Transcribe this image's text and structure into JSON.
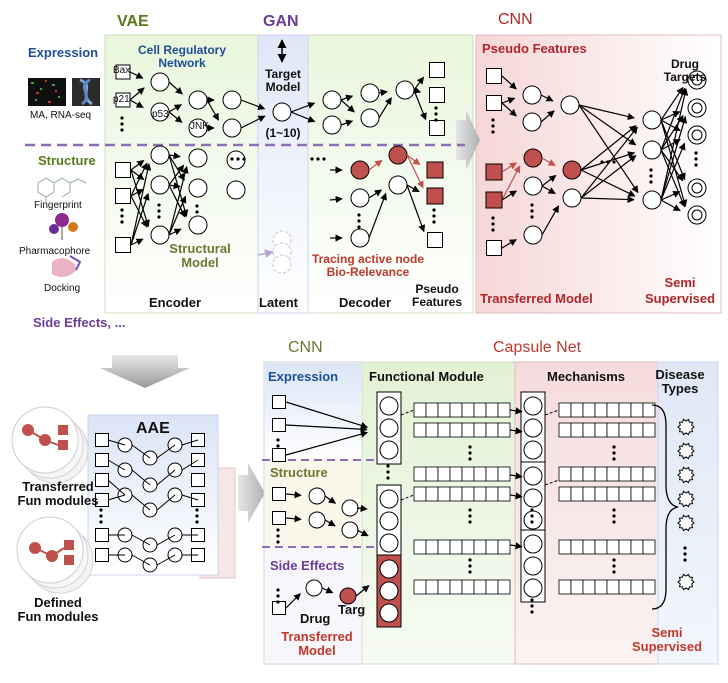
{
  "colors": {
    "vae_panel": "#e7f5d9",
    "gan_panel": "#dde6f7",
    "cnn_panel": "#f8dede",
    "expression_panel": "#dde6f7",
    "functional_panel": "#e3f3d6",
    "mechanisms_panel": "#f6e1e1",
    "disease_panel": "#e1eaf7",
    "node_red": "#c0504d",
    "dashed_purple": "#8e6fb3"
  },
  "icons": [
    "microarray-heatmap-icon",
    "rna-seq-icon",
    "fingerprint-icon",
    "pharmacophore-icon",
    "docking-icon",
    "process-arrow-icon",
    "module-stack-icon"
  ],
  "top": {
    "vae_title": "VAE",
    "gan_title": "GAN",
    "cnn_title": "CNN",
    "expression_label": "Expression",
    "expression_caption": "MA, RNA-seq",
    "cell_regulatory_line1": "Cell Regulatory",
    "cell_regulatory_line2": "Network",
    "genes": [
      "Bax",
      "p21",
      "p53",
      "JNK"
    ],
    "target_model_line1": "Target",
    "target_model_line2": "Model",
    "target_range": "(1~10)",
    "structure_label": "Structure",
    "fingerprint_caption": "Fingerprint",
    "pharmacophore_caption": "Pharmacophore",
    "docking_caption": "Docking",
    "structural_model_line1": "Structural",
    "structural_model_line2": "Model",
    "tracing_line1": "Tracing active node",
    "tracing_line2": "Bio-Relevance",
    "encoder_label": "Encoder",
    "latent_label": "Latent",
    "decoder_label": "Decoder",
    "pseudo_line1": "Pseudo",
    "pseudo_line2": "Features",
    "side_effects_label": "Side Effects, ...",
    "pseudo_features_title": "Pseudo Features",
    "drug_targets_line1": "Drug",
    "drug_targets_line2": "Targets",
    "transferred_model_label": "Transferred Model",
    "semi_label": "Semi",
    "supervised_label": "Supervised"
  },
  "bottom": {
    "aae_title": "AAE",
    "transferred_fun_line1": "Transferred",
    "transferred_fun_line2": "Fun modules",
    "defined_fun_line1": "Defined",
    "defined_fun_line2": "Fun modules",
    "cnn_title": "CNN",
    "capsule_title": "Capsule Net",
    "expression_label": "Expression",
    "structure_label": "Structure",
    "side_effects_label": "Side Effects",
    "drug_label": "Drug",
    "target_label": "Targ",
    "transferred_line1": "Transferred",
    "transferred_line2": "Model",
    "functional_module_title": "Functional Module",
    "mechanisms_title": "Mechanisms",
    "disease_types_line1": "Disease",
    "disease_types_line2": "Types",
    "semi_label": "Semi",
    "supervised_label": "Supervised"
  }
}
